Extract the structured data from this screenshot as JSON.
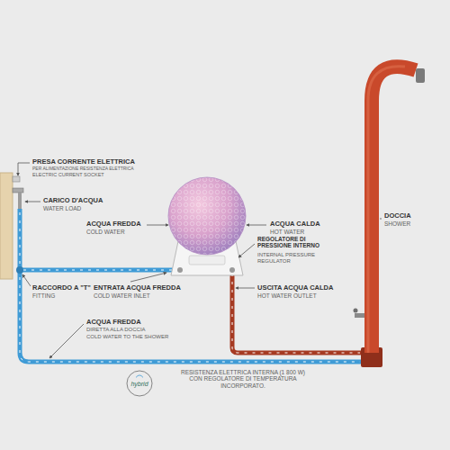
{
  "diagram": {
    "nodes": [
      {
        "text": [
          "hybrid"
        ]
      }
    ],
    "labels": [
      "PRESA CORRENTE ELETTRICA",
      "PER ALIMENTAZIONE RESISTENZA ELETTRICA",
      "ELECTRIC CURRENT SOCKET",
      "CARICO D'ACQUA",
      "WATER LOAD",
      "ACQUA FREDDA",
      "COLD WATER",
      "ACQUA CALDA",
      "HOT WATER",
      "DOCCIA",
      "SHOWER",
      "REGOLATORE DI PRESSIONE INTERNO",
      "INTERNAL PRESSURE REGULATOR",
      "RACCORDO A \"T\"",
      "FITTING",
      "ENTRATA ACQUA FREDDA",
      "COLD WATER INLET",
      "USCITA ACQUA CALDA",
      "HOT WATER OUTLET",
      "ACQUA FREDDA",
      "DIRETTA ALLA DOCCIA",
      "COLD WATER TO THE SHOWER",
      "RESISTENZA ELETTRICA INTERNA (1 800 W) CON REGOLATORE DI TEMPERATURA INCORPORATO."
    ]
  }
}
